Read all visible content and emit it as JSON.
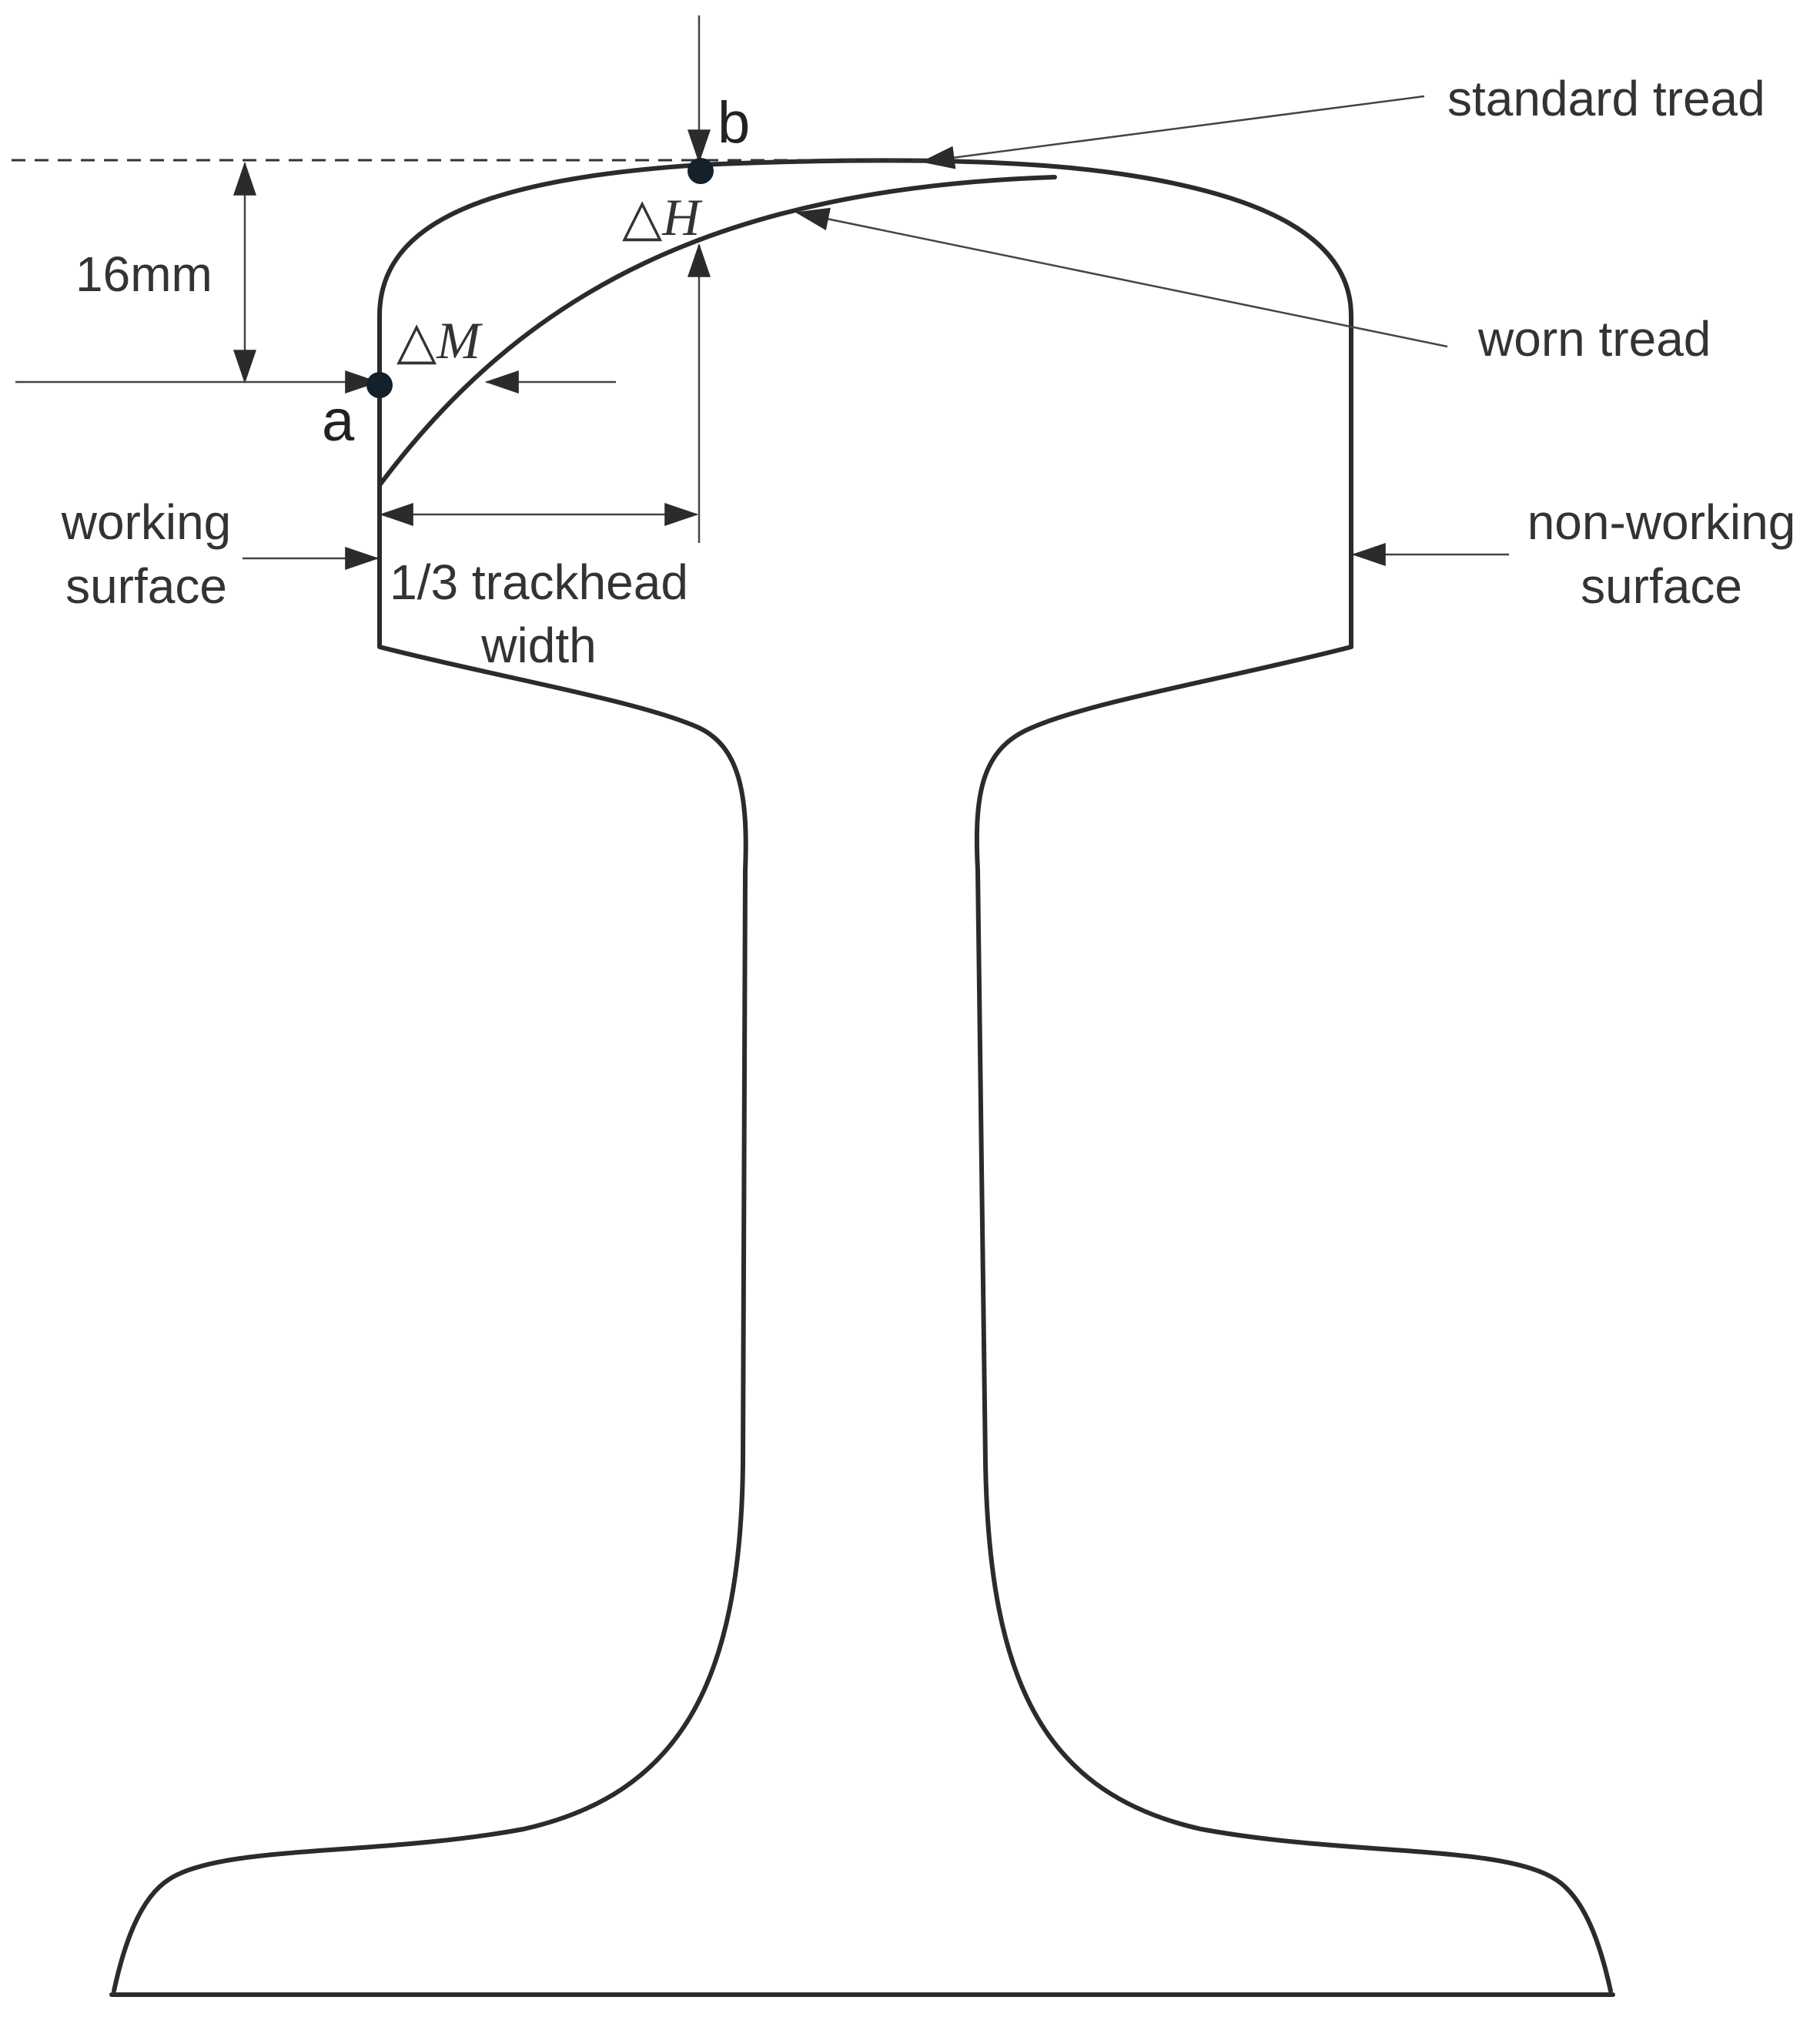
{
  "labels": {
    "standard_tread": "standard tread",
    "worn_tread": "worn tread",
    "sixteen_mm": "16mm",
    "point_a": "a",
    "point_b": "b",
    "delta_h": "△H",
    "delta_m": "△M",
    "working_surface_line1": "working",
    "working_surface_line2": "surface",
    "non_working_surface_line1": "non-working",
    "non_working_surface_line2": "surface",
    "trackhead_width_line1": "1/3 trackhead",
    "trackhead_width_line2": "width"
  },
  "colors": {
    "line": "#2b2b2b",
    "text": "#333333",
    "point": "#14202c",
    "background": "#ffffff"
  }
}
